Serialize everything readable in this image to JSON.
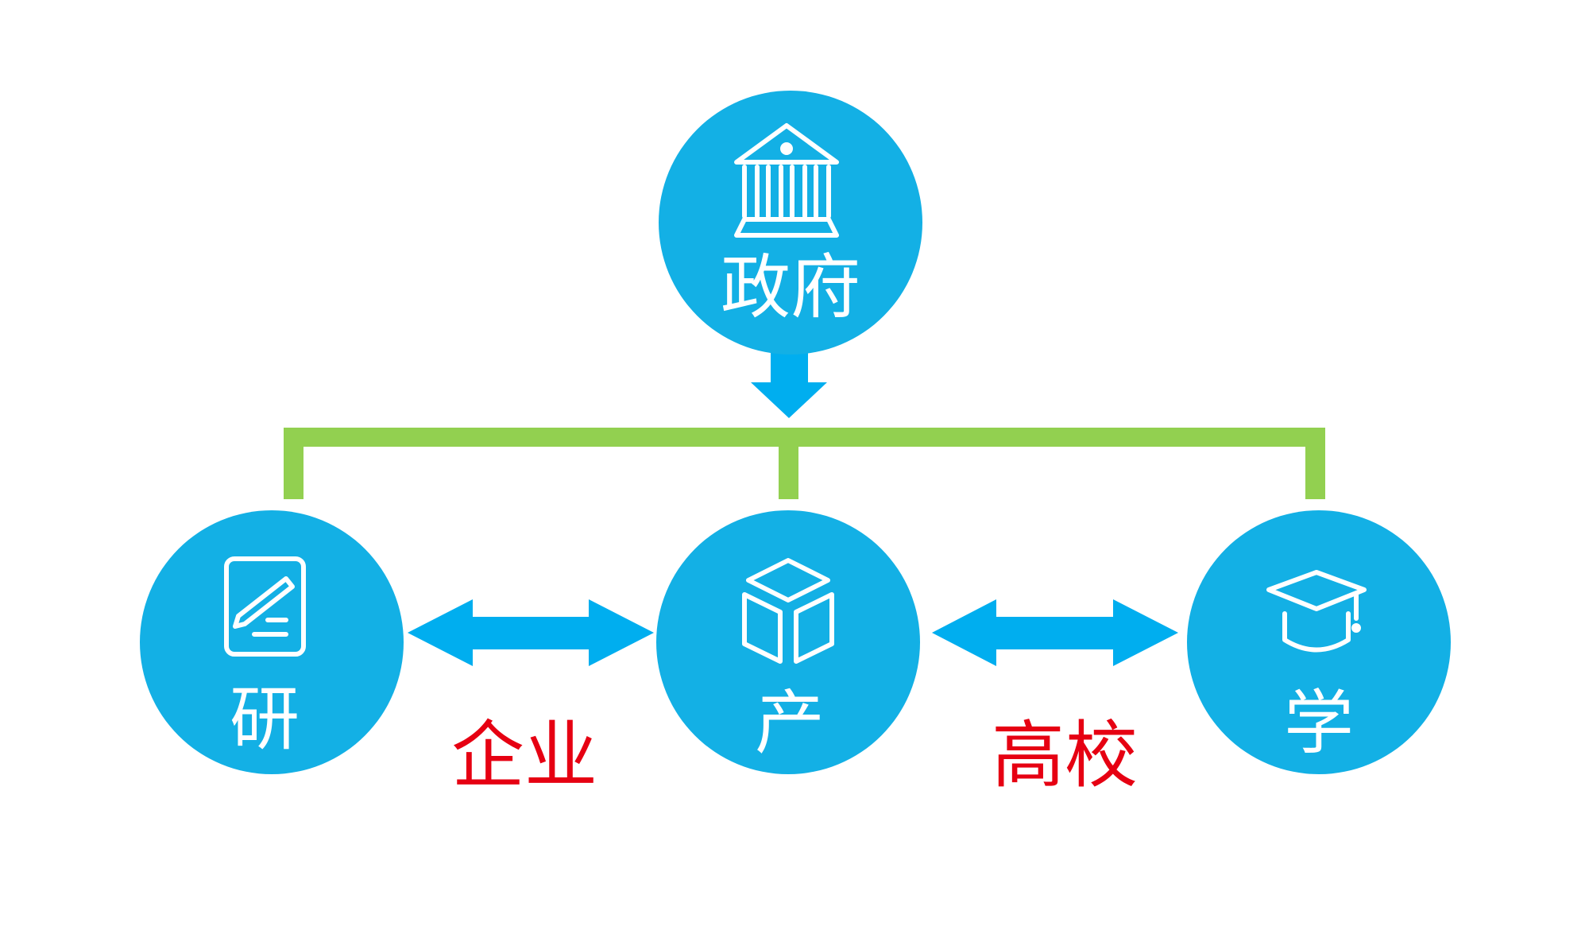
{
  "nodes": {
    "government": {
      "label": "政府",
      "icon": "government-building-icon"
    },
    "research": {
      "label": "研",
      "icon": "notepad-pencil-icon"
    },
    "industry": {
      "label": "产",
      "icon": "cubes-icon"
    },
    "academia": {
      "label": "学",
      "icon": "graduation-cap-icon"
    }
  },
  "links": {
    "research_industry": {
      "label": "企业"
    },
    "industry_academia": {
      "label": "高校"
    }
  },
  "colors": {
    "circle": "#13b0e5",
    "arrow": "#00aeef",
    "connector": "#92d050",
    "link_label": "#e60012"
  }
}
